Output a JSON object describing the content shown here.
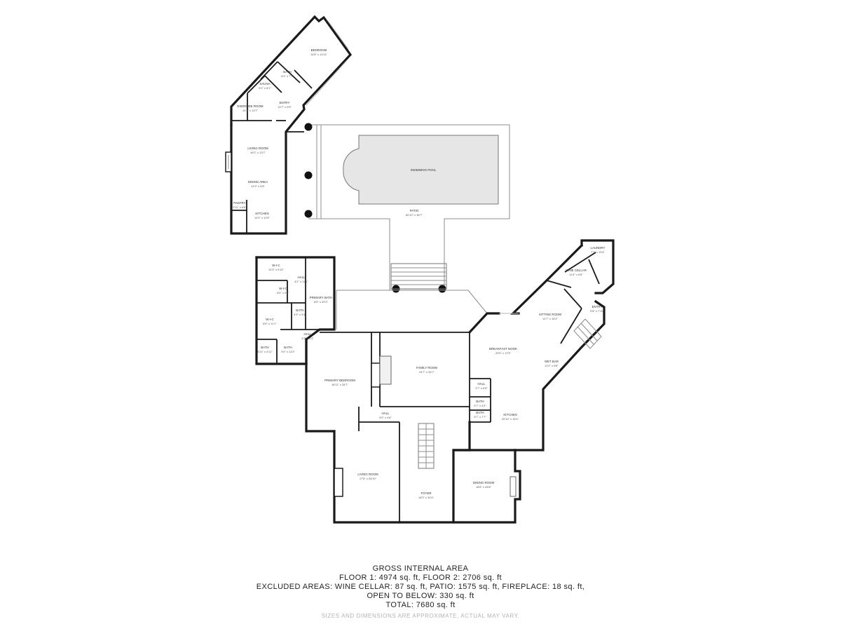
{
  "rooms": {
    "bedroom_guest": {
      "label": "BEDROOM",
      "dims": "14'8\" x 14'11\""
    },
    "bath_guest": {
      "label": "BATH",
      "dims": "6'3\" x 7'7\""
    },
    "sauna": {
      "label": "SAUNA",
      "dims": "5'2\" x 8'1\""
    },
    "exercise": {
      "label": "EXERCISE ROOM",
      "dims": "10'3\" x 10'7\""
    },
    "entry": {
      "label": "ENTRY",
      "dims": "14'7\" x 5'5\""
    },
    "living_guest": {
      "label": "LIVING ROOM",
      "dims": "16'2\" x 13'7\""
    },
    "dining_area": {
      "label": "DINING AREA",
      "dims": "14'3\" x 5'8\""
    },
    "pantry": {
      "label": "PANTRY",
      "dims": "3'11\" x 6'6\""
    },
    "kitchen_guest": {
      "label": "KITCHEN",
      "dims": "14'3\" x 10'5\""
    },
    "pool": {
      "label": "SWIMMING POOL",
      "dims": ""
    },
    "patio": {
      "label": "PATIO",
      "dims": "60'10\" x 36'7\""
    },
    "wic1": {
      "label": "W-I-C",
      "dims": "10'3\" x 5'10\""
    },
    "hall1": {
      "label": "HALL",
      "dims": "4'2\" x 11'6\""
    },
    "wic2": {
      "label": "W-I-C",
      "dims": "8'4\" x 5'7\""
    },
    "primary_bath": {
      "label": "PRIMARY BATH",
      "dims": "8'5\" x 20'3\""
    },
    "wic3": {
      "label": "W-I-C",
      "dims": "8'5\" x 11'1\""
    },
    "bath_small": {
      "label": "BATH",
      "dims": "4'9\" x 5'4\""
    },
    "hall2": {
      "label": "HALL",
      "dims": "4'2\" x 5'4\""
    },
    "bath_a": {
      "label": "BATH",
      "dims": "5'11\" x 4'11\""
    },
    "bath_b": {
      "label": "BATH",
      "dims": "9'4\" x 11'3\""
    },
    "primary_bedroom": {
      "label": "PRIMARY BEDROOM",
      "dims": "18'11\" x 26'7\""
    },
    "family_room": {
      "label": "FAMILY ROOM",
      "dims": "24'7\" x 26'7\""
    },
    "breakfast_nook": {
      "label": "BREAKFAST NOOK",
      "dims": "20'5\" x 17'5\""
    },
    "sitting_room": {
      "label": "SITTING ROOM",
      "dims": "14'7\" x 16'2\""
    },
    "wine_cellar": {
      "label": "WINE CELLAR",
      "dims": "11'4\" x 6'6\""
    },
    "laundry": {
      "label": "LAUNDRY",
      "dims": "7'7\" x 13'4\""
    },
    "entry_main": {
      "label": "ENTRY",
      "dims": "5'8\" x 7'10\""
    },
    "wet_bar": {
      "label": "WET BAR",
      "dims": "11'4\" x 6'8\""
    },
    "hall3": {
      "label": "HALL",
      "dims": "3'7\" x 6'5\""
    },
    "bath_c": {
      "label": "BATH",
      "dims": "5'7\" x 4'3\""
    },
    "bath_d": {
      "label": "BATH",
      "dims": "5'7\" x 7'7\""
    },
    "kitchen_main": {
      "label": "KITCHEN",
      "dims": "20'10\" x 16'4\""
    },
    "hall4": {
      "label": "HALL",
      "dims": "6'0\" x 4'6\""
    },
    "living_main": {
      "label": "LIVING ROOM",
      "dims": "17'6\" x 26'10\""
    },
    "foyer": {
      "label": "FOYER",
      "dims": "16'3\" x 31'6\""
    },
    "dining_main": {
      "label": "DINING ROOM",
      "dims": "18'6\" x 26'8\""
    }
  },
  "summary": {
    "title": "GROSS INTERNAL AREA",
    "floors": "FLOOR 1: 4974 sq. ft, FLOOR 2: 2706 sq. ft",
    "excluded": "EXCLUDED AREAS: WINE CELLAR: 87 sq. ft, PATIO: 1575 sq. ft, FIREPLACE: 18 sq. ft,",
    "open_below": "OPEN TO BELOW: 330 sq. ft",
    "total": "TOTAL: 7680 sq. ft",
    "disclaimer": "SIZES AND DIMENSIONS ARE APPROXIMATE, ACTUAL MAY VARY."
  }
}
